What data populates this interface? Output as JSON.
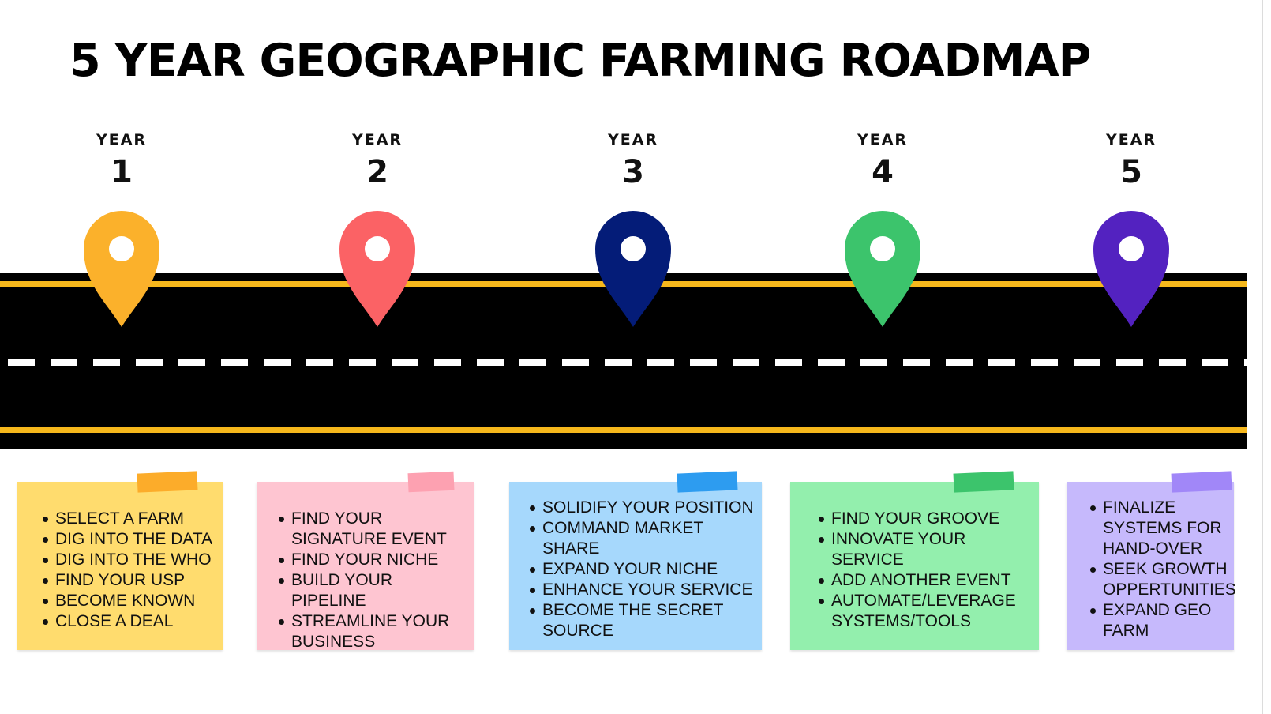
{
  "title": "5 YEAR GEOGRAPHIC FARMING ROADMAP",
  "colors": {
    "road": "#000000",
    "road_edge_line": "#f6b81c",
    "road_center_dash": "#ffffff"
  },
  "years": [
    {
      "label": "YEAR",
      "number": "1",
      "pin_color": "#fbb12b",
      "icon": "map-pin-icon",
      "note_color": "#ffdc6e",
      "tape_color": "#fcac2a",
      "items": [
        "SELECT A FARM",
        "DIG INTO THE DATA",
        "DIG INTO THE WHO",
        "FIND YOUR USP",
        "BECOME KNOWN",
        "CLOSE A DEAL"
      ]
    },
    {
      "label": "YEAR",
      "number": "2",
      "pin_color": "#fb6265",
      "icon": "map-pin-icon",
      "note_color": "#fec5d1",
      "tape_color": "#fda1b1",
      "items": [
        "FIND YOUR SIGNATURE EVENT",
        "FIND YOUR NICHE",
        "BUILD YOUR PIPELINE",
        "STREAMLINE YOUR BUSINESS"
      ]
    },
    {
      "label": "YEAR",
      "number": "3",
      "pin_color": "#041c78",
      "icon": "map-pin-icon",
      "note_color": "#a6d8fc",
      "tape_color": "#2d9cf0",
      "items": [
        "SOLIDIFY YOUR POSITION",
        "COMMAND MARKET SHARE",
        "EXPAND YOUR NICHE",
        "ENHANCE YOUR SERVICE",
        "BECOME THE SECRET SOURCE"
      ]
    },
    {
      "label": "YEAR",
      "number": "4",
      "pin_color": "#3cc46c",
      "icon": "map-pin-icon",
      "note_color": "#93efad",
      "tape_color": "#3cc46c",
      "items": [
        "FIND YOUR GROOVE",
        "INNOVATE YOUR SERVICE",
        "ADD ANOTHER EVENT",
        "AUTOMATE/LEVERAGE SYSTEMS/TOOLS"
      ]
    },
    {
      "label": "YEAR",
      "number": "5",
      "pin_color": "#5322c0",
      "icon": "map-pin-icon",
      "note_color": "#c6b9fc",
      "tape_color": "#a187f8",
      "items": [
        "FINALIZE SYSTEMS FOR HAND-OVER",
        "SEEK GROWTH OPPERTUNITIES",
        "EXPAND GEO FARM"
      ]
    }
  ]
}
